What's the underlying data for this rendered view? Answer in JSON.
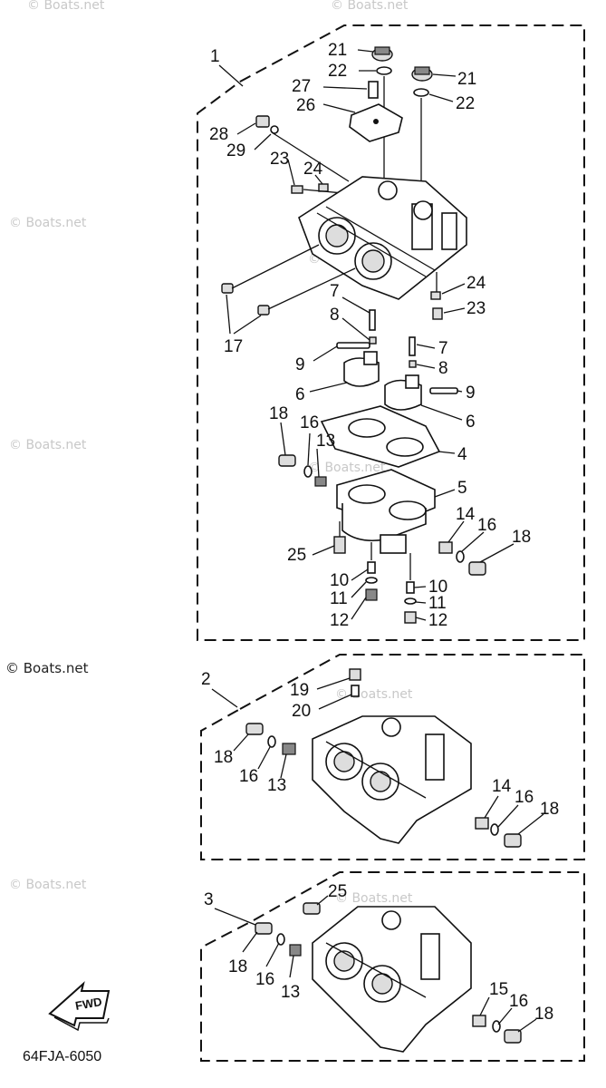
{
  "watermark": "© Boats.net",
  "diagram_code": "64FJA-6050",
  "fwd_label": "FWD",
  "panel1": {
    "assembly_number": "1",
    "callouts": {
      "c21a": "21",
      "c22a": "22",
      "c21b": "21",
      "c22b": "22",
      "c27": "27",
      "c26": "26",
      "c28": "28",
      "c29": "29",
      "c23a": "23",
      "c24a": "24",
      "c24b": "24",
      "c23b": "23",
      "c17": "17",
      "c7a": "7",
      "c8a": "8",
      "c9a": "9",
      "c6a": "6",
      "c7b": "7",
      "c8b": "8",
      "c9b": "9",
      "c6b": "6",
      "c18a": "18",
      "c16a": "16",
      "c13": "13",
      "c4": "4",
      "c5": "5",
      "c14": "14",
      "c16b": "16",
      "c18b": "18",
      "c25": "25",
      "c10a": "10",
      "c11a": "11",
      "c12a": "12",
      "c10b": "10",
      "c11b": "11",
      "c12b": "12"
    }
  },
  "panel2": {
    "assembly_number": "2",
    "callouts": {
      "c19": "19",
      "c20": "20",
      "c18a": "18",
      "c16a": "16",
      "c13": "13",
      "c14": "14",
      "c16b": "16",
      "c18b": "18"
    }
  },
  "panel3": {
    "assembly_number": "3",
    "callouts": {
      "c25": "25",
      "c18a": "18",
      "c16a": "16",
      "c13": "13",
      "c15": "15",
      "c16b": "16",
      "c18b": "18"
    }
  }
}
